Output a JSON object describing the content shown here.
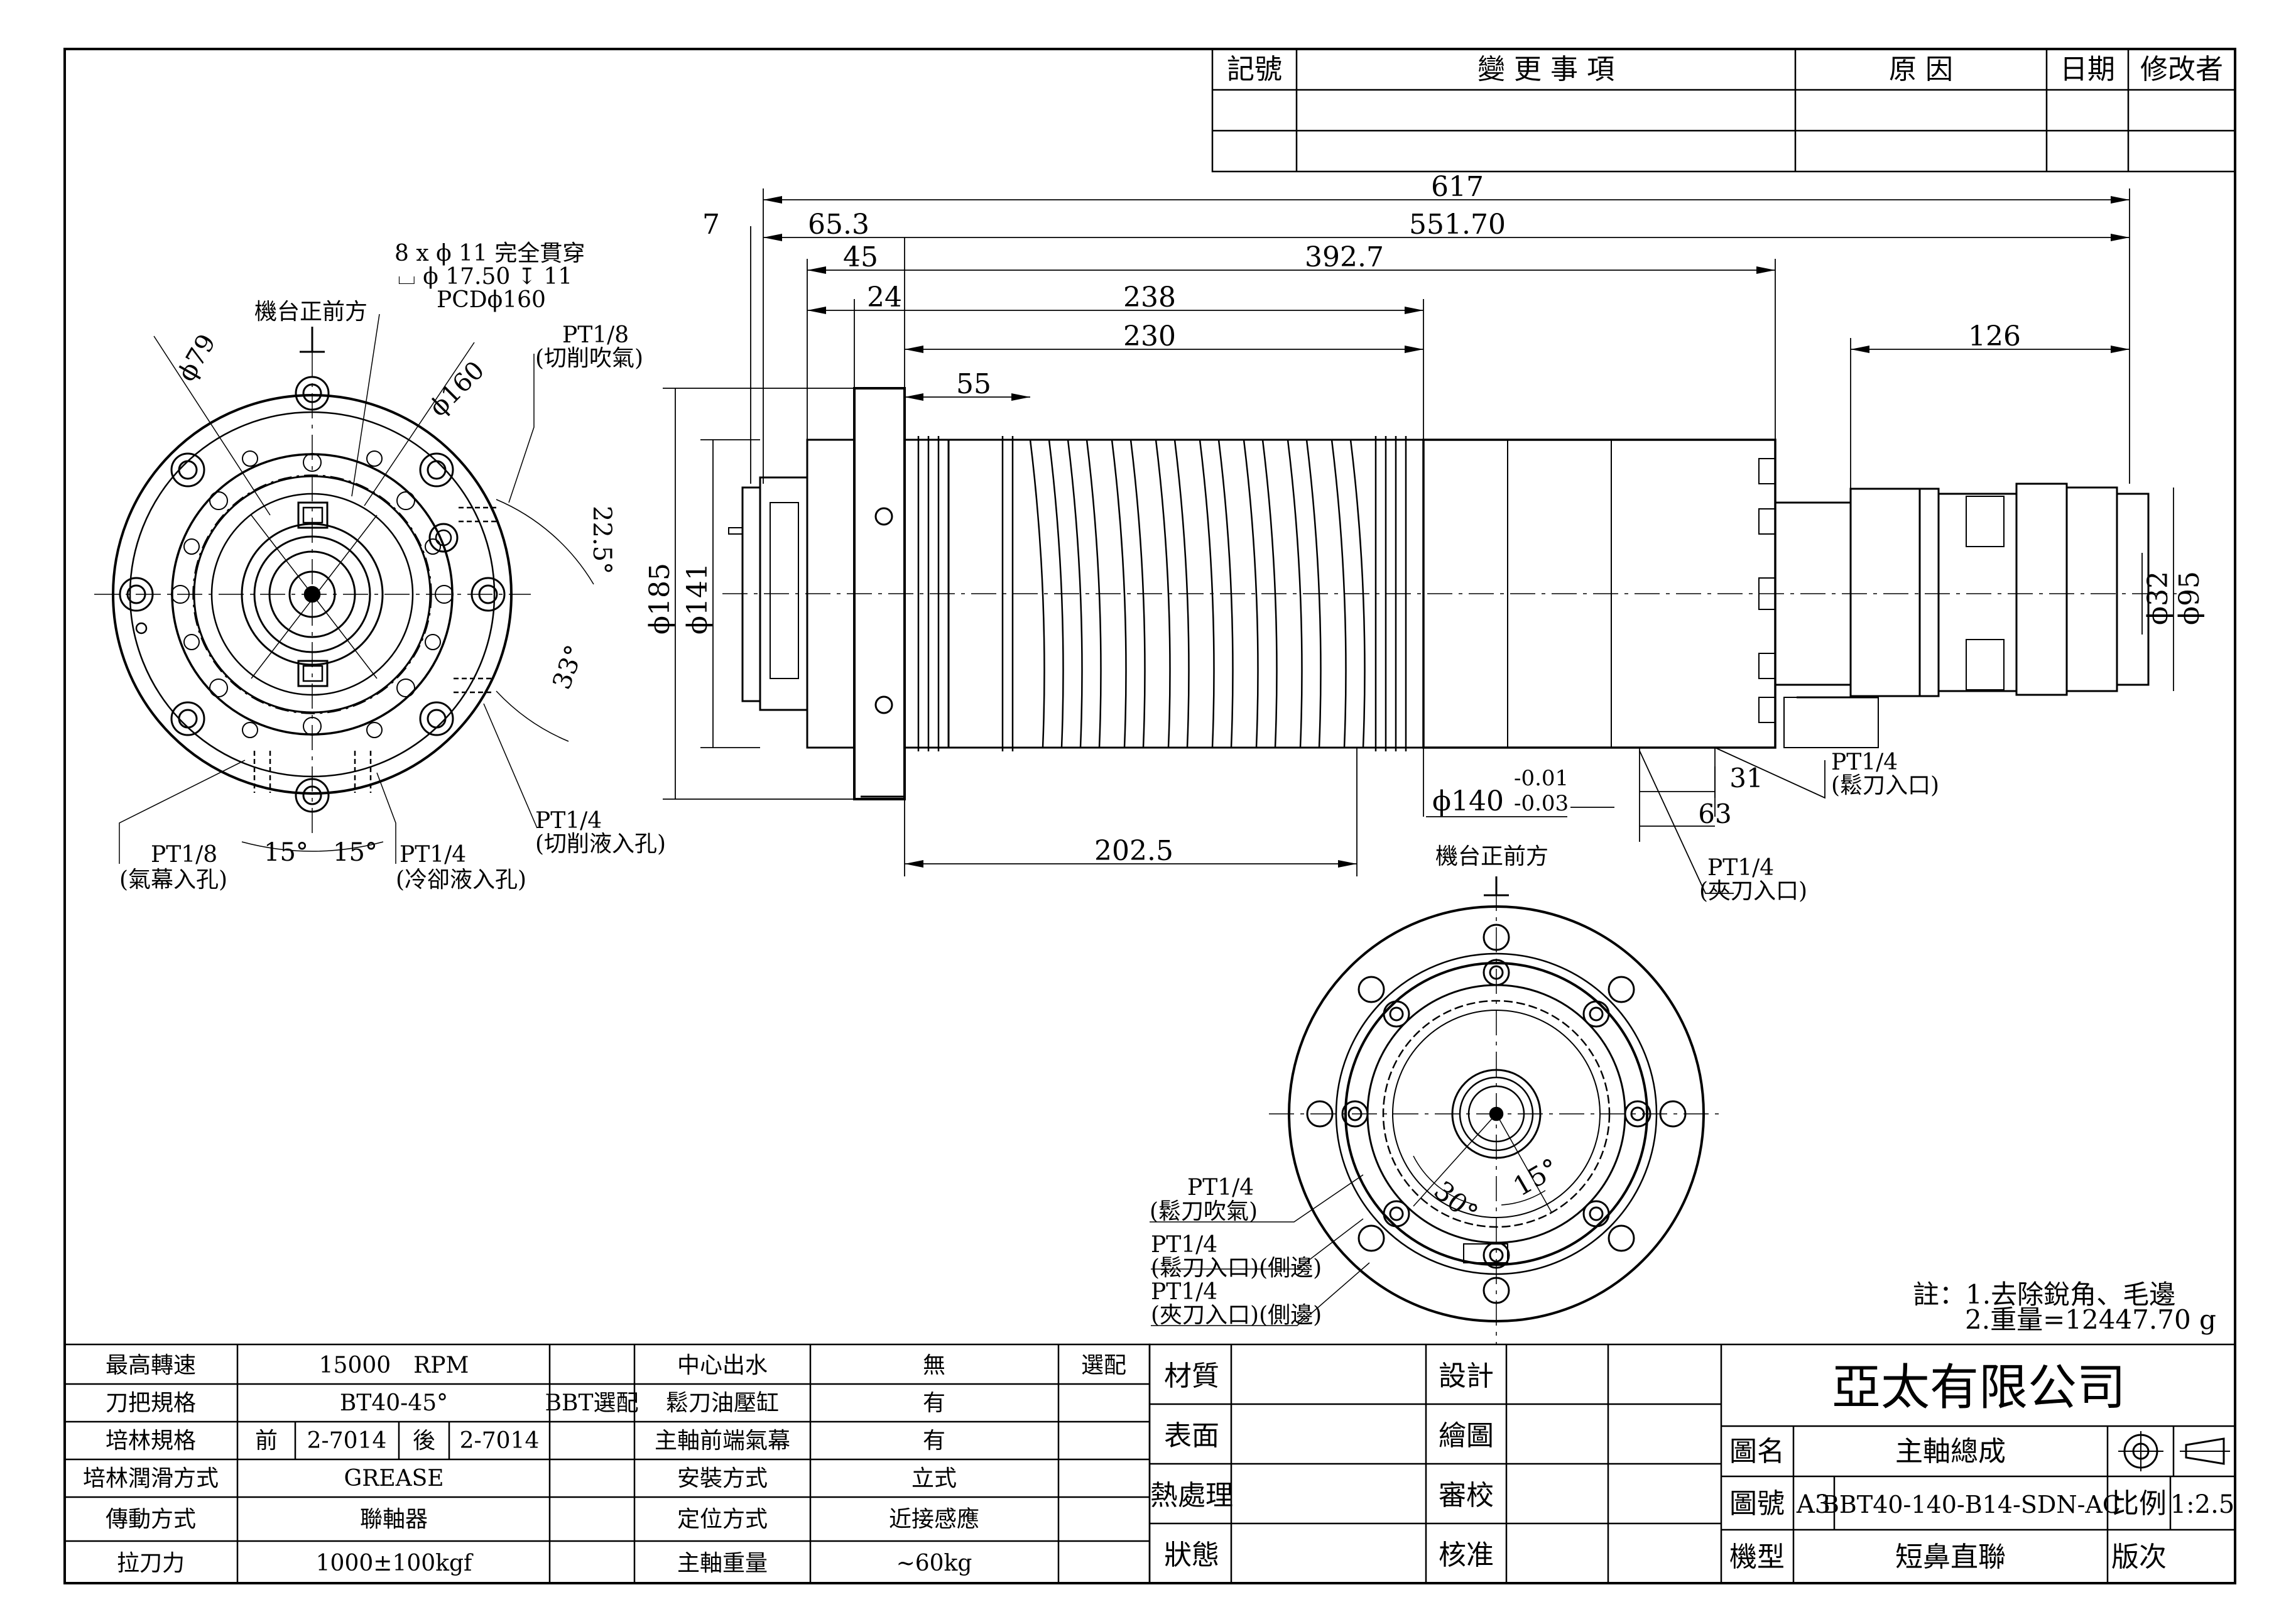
{
  "revision_block": {
    "headers": [
      "記號",
      "變 更 事 項",
      "原 因",
      "日期",
      "修改者"
    ]
  },
  "front_view": {
    "hole_note_1": "8 x ϕ 11 完全貫穿",
    "hole_note_2": "⌴ ϕ 17.50 ↧ 11",
    "hole_note_3": "PCDϕ160",
    "front_label": "機台正前方",
    "dia_79": "ϕ79",
    "dia_160": "ϕ160",
    "angle_22_5": "22.5°",
    "angle_33": "33°",
    "angle_15_left": "15°",
    "angle_15_right": "15°",
    "port_cut_air_code": "PT1/8",
    "port_cut_air_name": "(切削吹氣)",
    "port_curtain_code": "PT1/8",
    "port_curtain_name": "(氣幕入孔)",
    "port_coolant_code": "PT1/4",
    "port_coolant_name": "(冷卻液入孔)",
    "port_cutfluid_code": "PT1/4",
    "port_cutfluid_name": "(切削液入孔)"
  },
  "side_view": {
    "dims": {
      "d617": "617",
      "d551_70": "551.70",
      "d7": "7",
      "d65_3": "65.3",
      "d45": "45",
      "d392_7": "392.7",
      "d24": "24",
      "d238": "238",
      "d230": "230",
      "d55": "55",
      "d126": "126",
      "d185": "ϕ185",
      "d141": "ϕ141",
      "d32": "ϕ32",
      "d95": "ϕ95",
      "d140": "ϕ140",
      "tol_upper": "-0.01",
      "tol_lower": "-0.03",
      "d202_5": "202.5",
      "d31": "31",
      "d63": "63"
    },
    "port_release_code": "PT1/4",
    "port_release_name": "(鬆刀入口)",
    "port_clamp_code": "PT1/4",
    "port_clamp_name": "(夾刀入口)"
  },
  "rear_view": {
    "front_label": "機台正前方",
    "angle_30": "30°",
    "angle_15": "15°",
    "port_release_air_code": "PT1/4",
    "port_release_air_name": "(鬆刀吹氣)",
    "port_release_side_code": "PT1/4",
    "port_release_side_name": "(鬆刀入口)(側邊)",
    "port_clamp_side_code": "PT1/4",
    "port_clamp_side_name": "(夾刀入口)(側邊)"
  },
  "notes": {
    "line1": "註：1.去除銳角、毛邊",
    "line2": "2.重量=12447.70 g"
  },
  "spec_table": {
    "max_speed_label": "最高轉速",
    "max_speed_value": "15000　RPM",
    "holder_label": "刀把規格",
    "holder_value": "BT40-45°",
    "bearing_label": "培林規格",
    "bearing_front": "前",
    "bearing_front_value": "2-7014",
    "bearing_rear": "後",
    "bearing_rear_value": "2-7014",
    "lube_label": "培林潤滑方式",
    "lube_value": "GREASE",
    "drive_label": "傳動方式",
    "drive_value": "聯軸器",
    "pull_label": "拉刀力",
    "pull_value": "1000±100kgf",
    "bbt_option": "BBT選配",
    "center_water_label": "中心出水",
    "center_water_value": "無",
    "center_water_option": "選配",
    "cylinder_label": "鬆刀油壓缸",
    "cylinder_value": "有",
    "curtain_label": "主軸前端氣幕",
    "curtain_value": "有",
    "mount_label": "安裝方式",
    "mount_value": "立式",
    "position_label": "定位方式",
    "position_value": "近接感應",
    "weight_label": "主軸重量",
    "weight_value": "~60kg"
  },
  "title_block": {
    "material": "材質",
    "surface": "表面",
    "heat": "熱處理",
    "state": "狀態",
    "design": "設計",
    "drawn": "繪圖",
    "check": "審校",
    "approve": "核准",
    "company": "亞太有限公司",
    "name_label": "圖名",
    "name_value": "主軸總成",
    "number_label": "圖號",
    "size": "A3",
    "number_value": "BBT40-140-B14-SDN-AC",
    "scale_label": "比例",
    "scale_value": "1:2.5",
    "model_label": "機型",
    "model_value": "短鼻直聯",
    "version_label": "版次"
  }
}
